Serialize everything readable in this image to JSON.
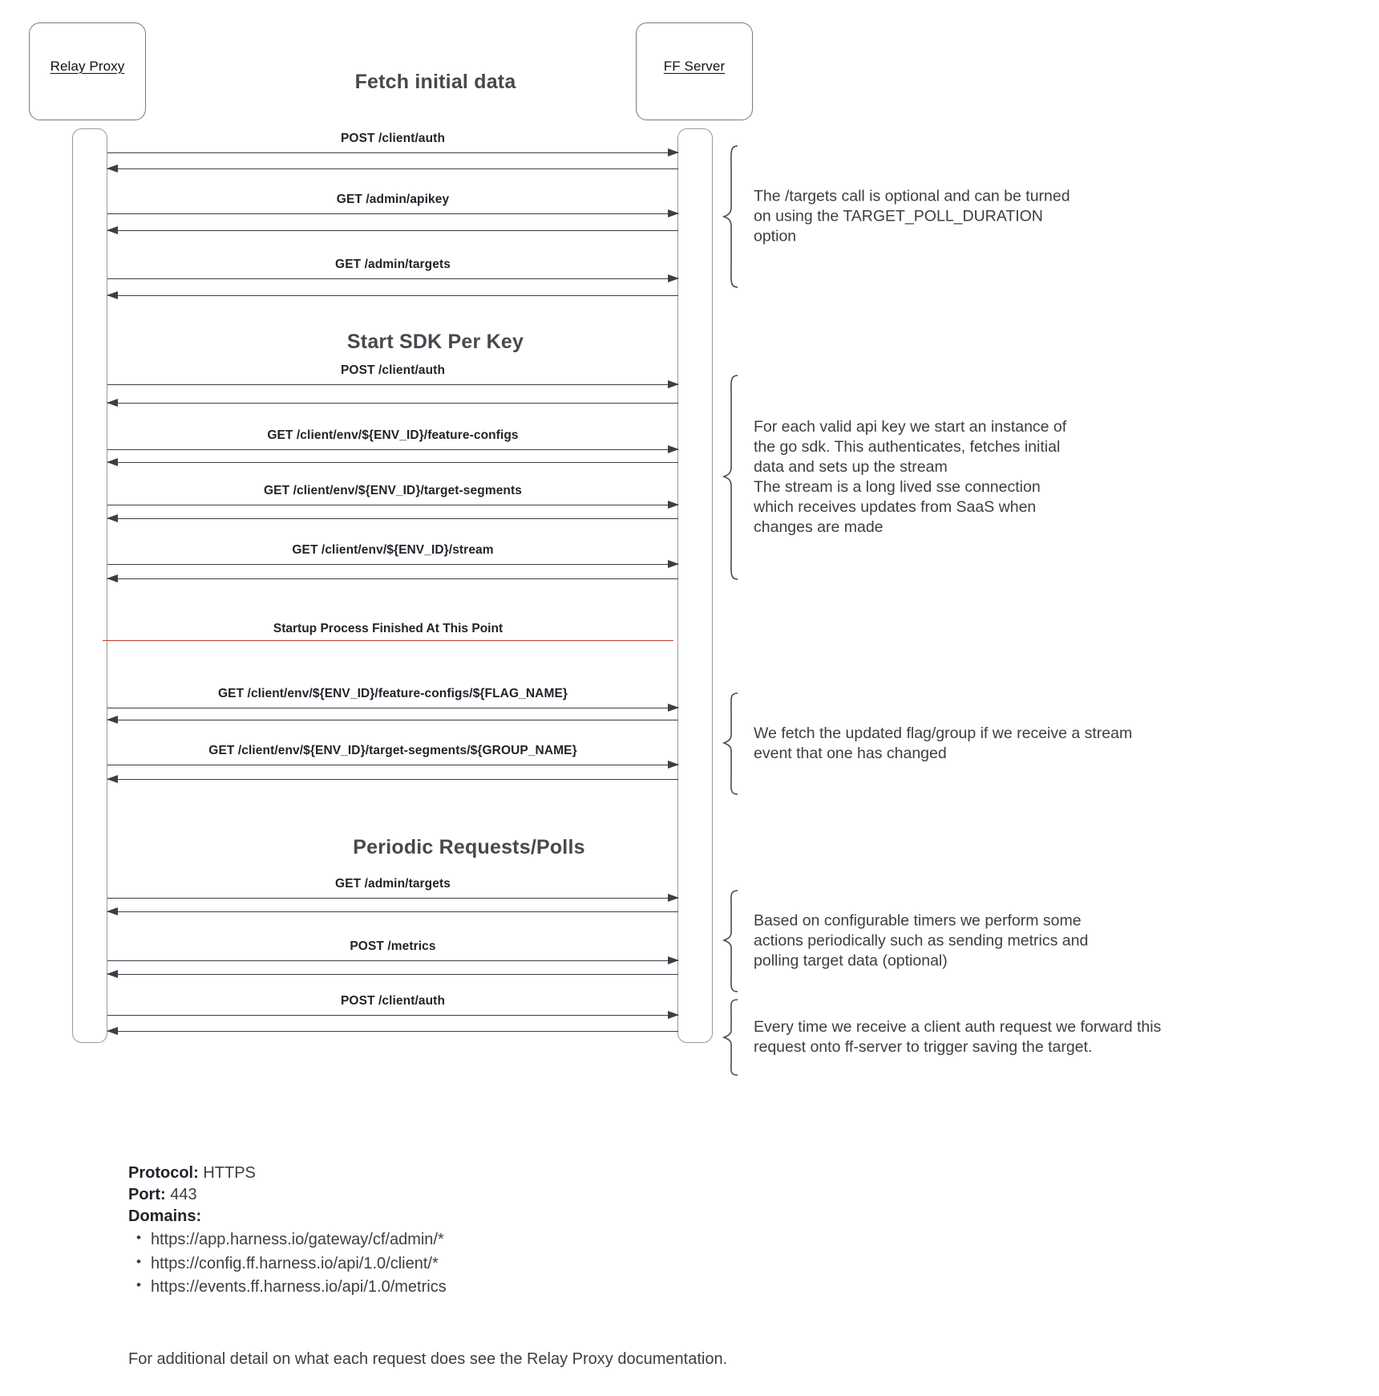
{
  "participants": {
    "left": {
      "label": "Relay Proxy"
    },
    "right": {
      "label": "FF Server"
    }
  },
  "sections": [
    {
      "id": "fetch-initial-data",
      "title": "Fetch initial data"
    },
    {
      "id": "start-sdk-per-key",
      "title": "Start SDK Per Key"
    },
    {
      "id": "periodic-requests-polls",
      "title": "Periodic Requests/Polls"
    }
  ],
  "messages": [
    {
      "label": "POST /client/auth",
      "direction": "to-right"
    },
    {
      "label": "",
      "direction": "to-left"
    },
    {
      "label": "GET /admin/apikey",
      "direction": "to-right"
    },
    {
      "label": "",
      "direction": "to-left"
    },
    {
      "label": "GET /admin/targets",
      "direction": "to-right"
    },
    {
      "label": "",
      "direction": "to-left"
    },
    {
      "label": "POST /client/auth",
      "direction": "to-right"
    },
    {
      "label": "",
      "direction": "to-left"
    },
    {
      "label": "GET /client/env/${ENV_ID}/feature-configs",
      "direction": "to-right"
    },
    {
      "label": "",
      "direction": "to-left"
    },
    {
      "label": "GET /client/env/${ENV_ID}/target-segments",
      "direction": "to-right"
    },
    {
      "label": "",
      "direction": "to-left"
    },
    {
      "label": "GET /client/env/${ENV_ID}/stream",
      "direction": "to-right"
    },
    {
      "label": "",
      "direction": "to-left"
    },
    {
      "label": "GET /client/env/${ENV_ID}/feature-configs/${FLAG_NAME}",
      "direction": "to-right"
    },
    {
      "label": "",
      "direction": "to-left"
    },
    {
      "label": "GET /client/env/${ENV_ID}/target-segments/${GROUP_NAME}",
      "direction": "to-right"
    },
    {
      "label": "",
      "direction": "to-left"
    },
    {
      "label": "GET /admin/targets",
      "direction": "to-right"
    },
    {
      "label": "",
      "direction": "to-left"
    },
    {
      "label": "POST /metrics",
      "direction": "to-right"
    },
    {
      "label": "",
      "direction": "to-left"
    },
    {
      "label": "POST /client/auth",
      "direction": "to-right"
    },
    {
      "label": "",
      "direction": "to-left"
    }
  ],
  "divider": {
    "label": "Startup Process Finished At This Point",
    "color": "#c0392b"
  },
  "notes": [
    {
      "id": "note-targets-optional",
      "text": "The /targets call is optional and can be turned\non using the TARGET_POLL_DURATION\noption"
    },
    {
      "id": "note-sdk-instance",
      "text": "For each valid api key we start an instance of\nthe go sdk. This authenticates, fetches initial\ndata and sets up the stream\nThe stream is a long lived sse connection\nwhich receives updates from SaaS when\nchanges are made"
    },
    {
      "id": "note-stream-update",
      "text": "We fetch the updated flag/group if we receive a stream\nevent that one has changed"
    },
    {
      "id": "note-periodic-timers",
      "text": "Based on configurable timers we perform some\nactions periodically such as sending metrics and\npolling target data (optional)"
    },
    {
      "id": "note-client-auth-forward",
      "text": "Every time we receive a client auth request we forward this\nrequest onto ff-server to trigger saving the target."
    }
  ],
  "footer": {
    "protocol_key": "Protocol:",
    "protocol_value": "HTTPS",
    "port_key": "Port:",
    "port_value": "443",
    "domains_key": "Domains:",
    "domains": [
      "https://app.harness.io/gateway/cf/admin/*",
      "https://config.ff.harness.io/api/1.0/client/*",
      "https://events.ff.harness.io/api/1.0/metrics"
    ],
    "note": "For additional detail on what each request does see the Relay Proxy documentation."
  },
  "colors": {
    "arrow": "#3a3f47",
    "divider": "#c0392b",
    "text": "#3c4043",
    "box_border": "#7a7a7a"
  }
}
